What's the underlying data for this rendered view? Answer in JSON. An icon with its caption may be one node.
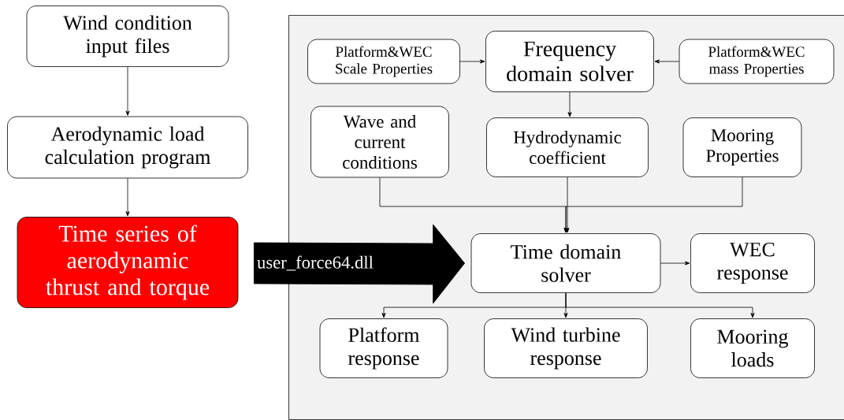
{
  "diagram": {
    "nodes": [
      {
        "text": [
          "Wind condition input files"
        ]
      },
      {
        "text": [
          "Aerodynamic load calculation program"
        ]
      },
      {
        "text": [
          "Time series of aerodynamic thrust and torque"
        ]
      },
      {
        "text": [],
        "shape": "box"
      },
      {
        "text": [
          "Platform&WEC Scale Properties"
        ],
        "in": 3
      },
      {
        "text": [
          "Frequency domain solver"
        ],
        "in": 3
      },
      {
        "text": [
          "Platform&WEC mass Properties"
        ],
        "in": 3
      },
      {
        "text": [
          "Wave and current conditions"
        ],
        "in": 3
      },
      {
        "text": [
          "Hydrodynamic coefficient"
        ],
        "in": 3
      },
      {
        "text": [
          "Mooring Properties"
        ],
        "in": 3
      },
      {
        "text": [
          "Time domain solver"
        ],
        "in": 3
      },
      {
        "text": [
          "WEC response"
        ],
        "in": 3
      },
      {
        "text": [
          "Platform response"
        ],
        "in": 3
      },
      {
        "text": [
          "Wind turbine response"
        ],
        "in": 3
      },
      {
        "text": [
          "Mooring loads"
        ],
        "in": 3
      }
    ],
    "edges": [
      {
        "from": 0,
        "to": 1,
        "arrow": "to"
      },
      {
        "from": 1,
        "to": 2,
        "arrow": "to"
      },
      {
        "from": 2,
        "to": 10,
        "arrow": "to",
        "label": "user_force64.dll",
        "style": "thick"
      },
      {
        "from": 4,
        "to": 5,
        "arrow": "to"
      },
      {
        "from": 6,
        "to": 5,
        "arrow": "to"
      },
      {
        "from": 5,
        "to": 8,
        "arrow": "to"
      },
      {
        "from": 7,
        "to": 10,
        "arrow": "to"
      },
      {
        "from": 8,
        "to": 10,
        "arrow": "to"
      },
      {
        "from": 9,
        "to": 10,
        "arrow": "to"
      },
      {
        "from": 10,
        "to": 11,
        "arrow": "to"
      },
      {
        "from": 10,
        "to": 12,
        "arrow": "to"
      },
      {
        "from": 10,
        "to": 13,
        "arrow": "to"
      },
      {
        "from": 10,
        "to": 14,
        "arrow": "to"
      }
    ]
  }
}
